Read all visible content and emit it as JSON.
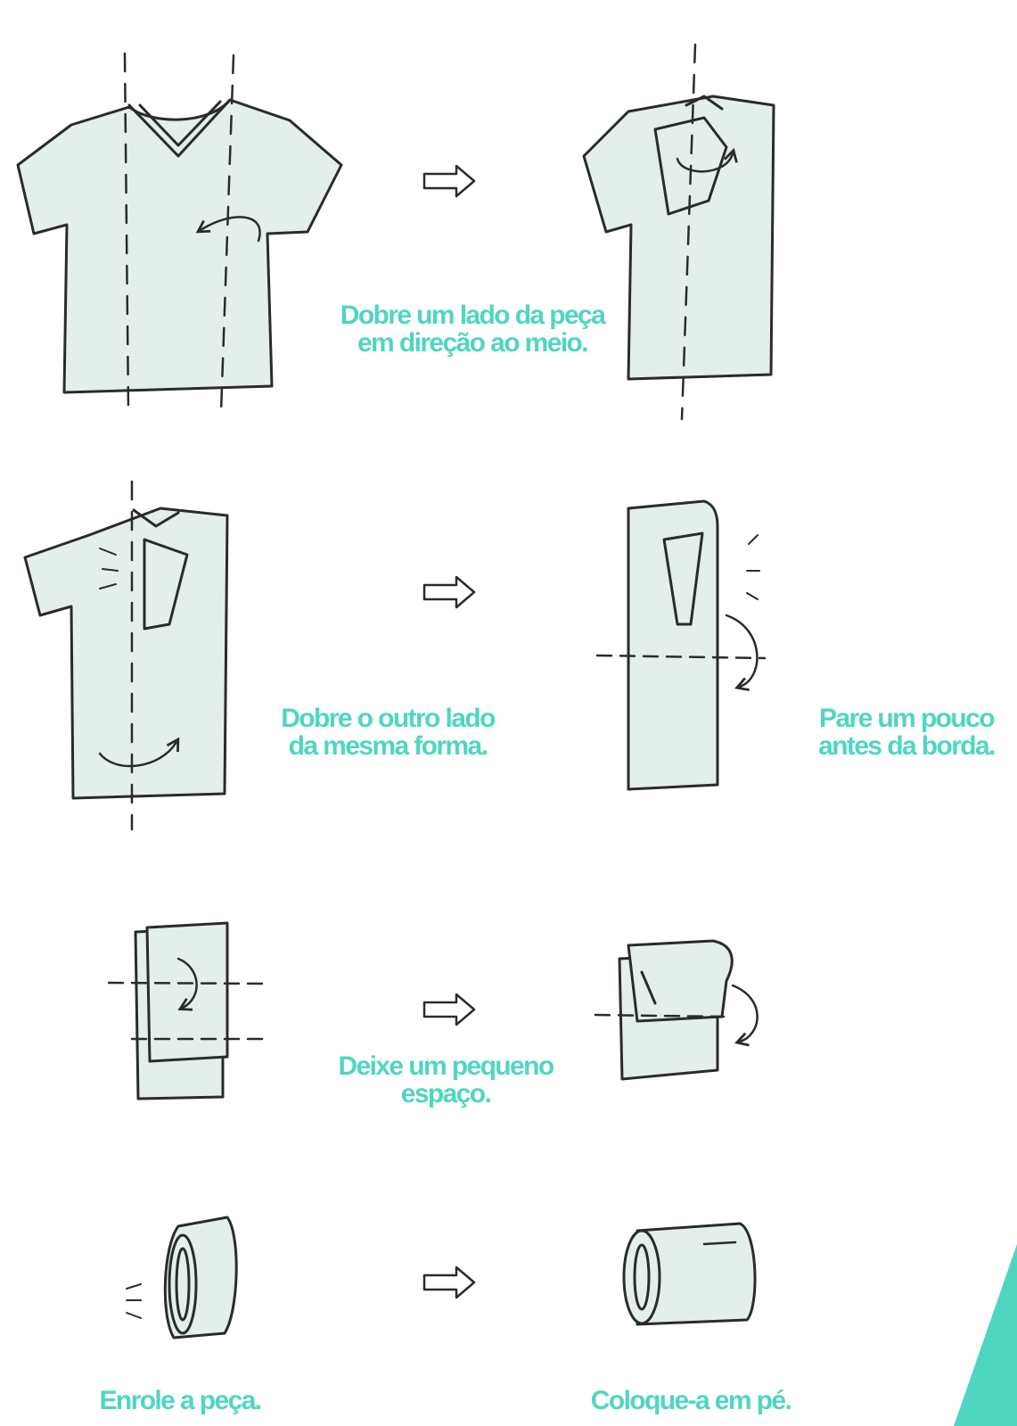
{
  "steps": {
    "step1": {
      "line1": "Dobre um lado da peça",
      "line2": "em direção ao meio."
    },
    "step2": {
      "line1": "Dobre o outro lado",
      "line2": "da mesma forma."
    },
    "step3": {
      "line1": "Pare um pouco",
      "line2": "antes da borda."
    },
    "step4": {
      "line1": "Deixe um pequeno",
      "line2": "espaço."
    },
    "step5": {
      "line1": "Enrole a peça."
    },
    "step6": {
      "line1": "Coloque-a em pé."
    }
  },
  "colors": {
    "caption": "#4fd6c0",
    "garment_fill": "#e4efec",
    "outline": "#2b2b2b",
    "accent_corner": "#4fd6c0"
  },
  "icons": [
    "right-arrow-icon",
    "curved-fold-arrow-icon",
    "fold-line-icon"
  ]
}
